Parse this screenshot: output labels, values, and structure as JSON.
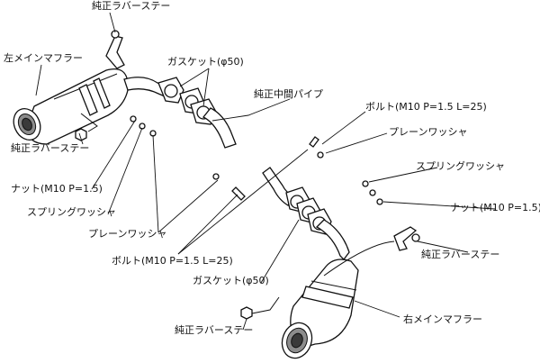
{
  "labels": {
    "rubber_stay_top": "純正ラバーステー",
    "left_main_muffler": "左メインマフラー",
    "gasket_top": "ガスケット(φ50)",
    "genuine_mid_pipe": "純正中間パイプ",
    "bolt_right": "ボルト(M10 P=1.5 L=25)",
    "plain_washer_right": "プレーンワッシャ",
    "rubber_stay_left": "純正ラバーステー",
    "spring_washer_right": "スプリングワッシャ",
    "nut_left": "ナット(M10 P=1.5)",
    "nut_right": "ナット(M10 P=1.5)",
    "spring_washer_left": "スプリングワッシャ",
    "plain_washer_left": "プレーンワッシャ",
    "rubber_stay_right": "純正ラバーステー",
    "bolt_left": "ボルト(M10 P=1.5 L=25)",
    "gasket_bottom": "ガスケット(φ50)",
    "right_main_muffler": "右メインマフラー",
    "rubber_stay_bottom": "純正ラバーステー"
  }
}
